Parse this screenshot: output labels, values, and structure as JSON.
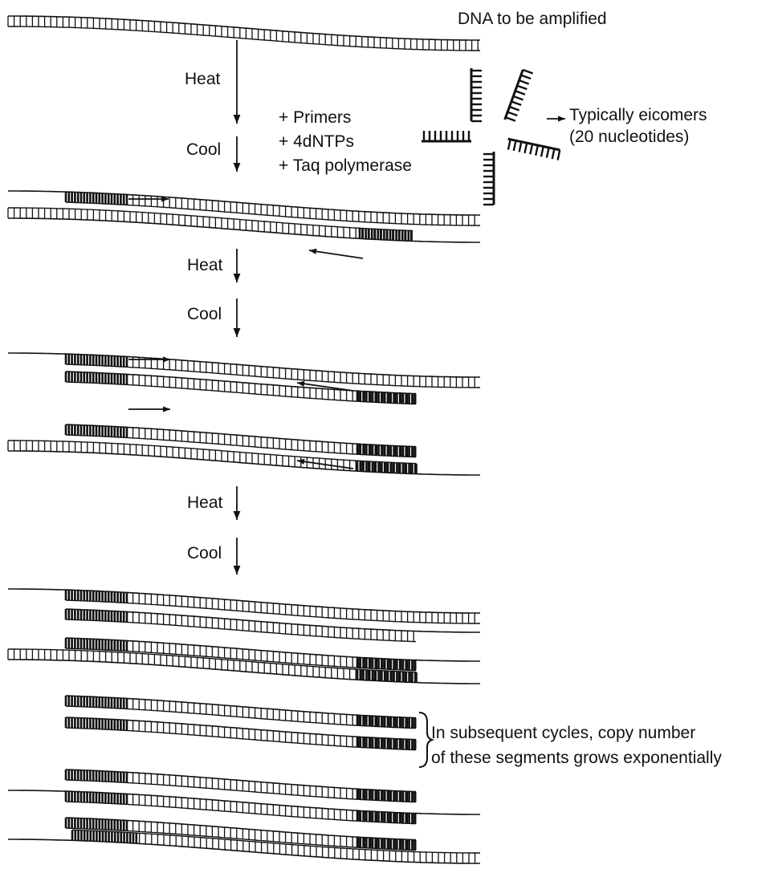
{
  "labels": {
    "dna": "DNA to be amplified",
    "heat1": "Heat",
    "cool1": "Cool",
    "heat2": "Heat",
    "cool2": "Cool",
    "heat3": "Heat",
    "cool3": "Cool",
    "reagents": [
      "+ Primers",
      "+ 4dNTPs",
      "+ Taq polymerase"
    ],
    "primer_note": [
      "Typically eicomers",
      "(20 nucleotides)"
    ],
    "exp_note": [
      "In subsequent cycles, copy number",
      "of these segments grows exponentially"
    ]
  },
  "colors": {
    "ink": "#111111",
    "background": "#ffffff"
  }
}
